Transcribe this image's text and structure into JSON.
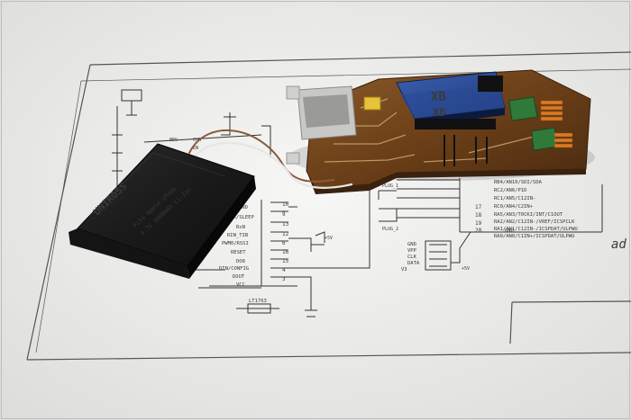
{
  "battery": {
    "brand": "UNIROSS",
    "line1": "Fits Apple iPods",
    "line2": "3.7V 1000mAh Li-Ion"
  },
  "xbee": {
    "logo": "XB"
  },
  "schematic": {
    "pin_numbers_left": [
      "10",
      "9",
      "13",
      "12",
      "6",
      "16",
      "15",
      "4",
      "3"
    ],
    "signals_left": [
      "GND",
      "DTR/SLEEP",
      "RxN",
      "RIN_TIB",
      "PWM0/RSSI",
      "RESET",
      "DO8",
      "DIN/CONFIG",
      "DOUT",
      "VCC"
    ],
    "signals_right": [
      "RB4/AN10/SDI/SDA",
      "RC2/AN6/P1D",
      "RC1/AN5/C12IN-",
      "RC0/AN4/C2IN+",
      "RA5/AN3/T0CKI/INT/C1OUT",
      "RA2/AN2/C12IN-/VREF/ICSPCLK",
      "RA1/AN1/C12IN-/ICSPDAT/ULPWU",
      "RA0/AN0/C1IN+/ICSPDAT/ULPWU",
      "GND"
    ],
    "pin_numbers_right": [
      "17",
      "18",
      "19",
      "20"
    ],
    "icsp_labels": [
      "GND",
      "VPP",
      "CLK",
      "DATA",
      "V3"
    ],
    "reg_label": "LT1763",
    "side_letters": "ad",
    "misc": [
      "PLUG_1",
      "PLUG_2",
      "+5V",
      "+5V",
      "BRV",
      "CHR",
      "EN"
    ]
  }
}
